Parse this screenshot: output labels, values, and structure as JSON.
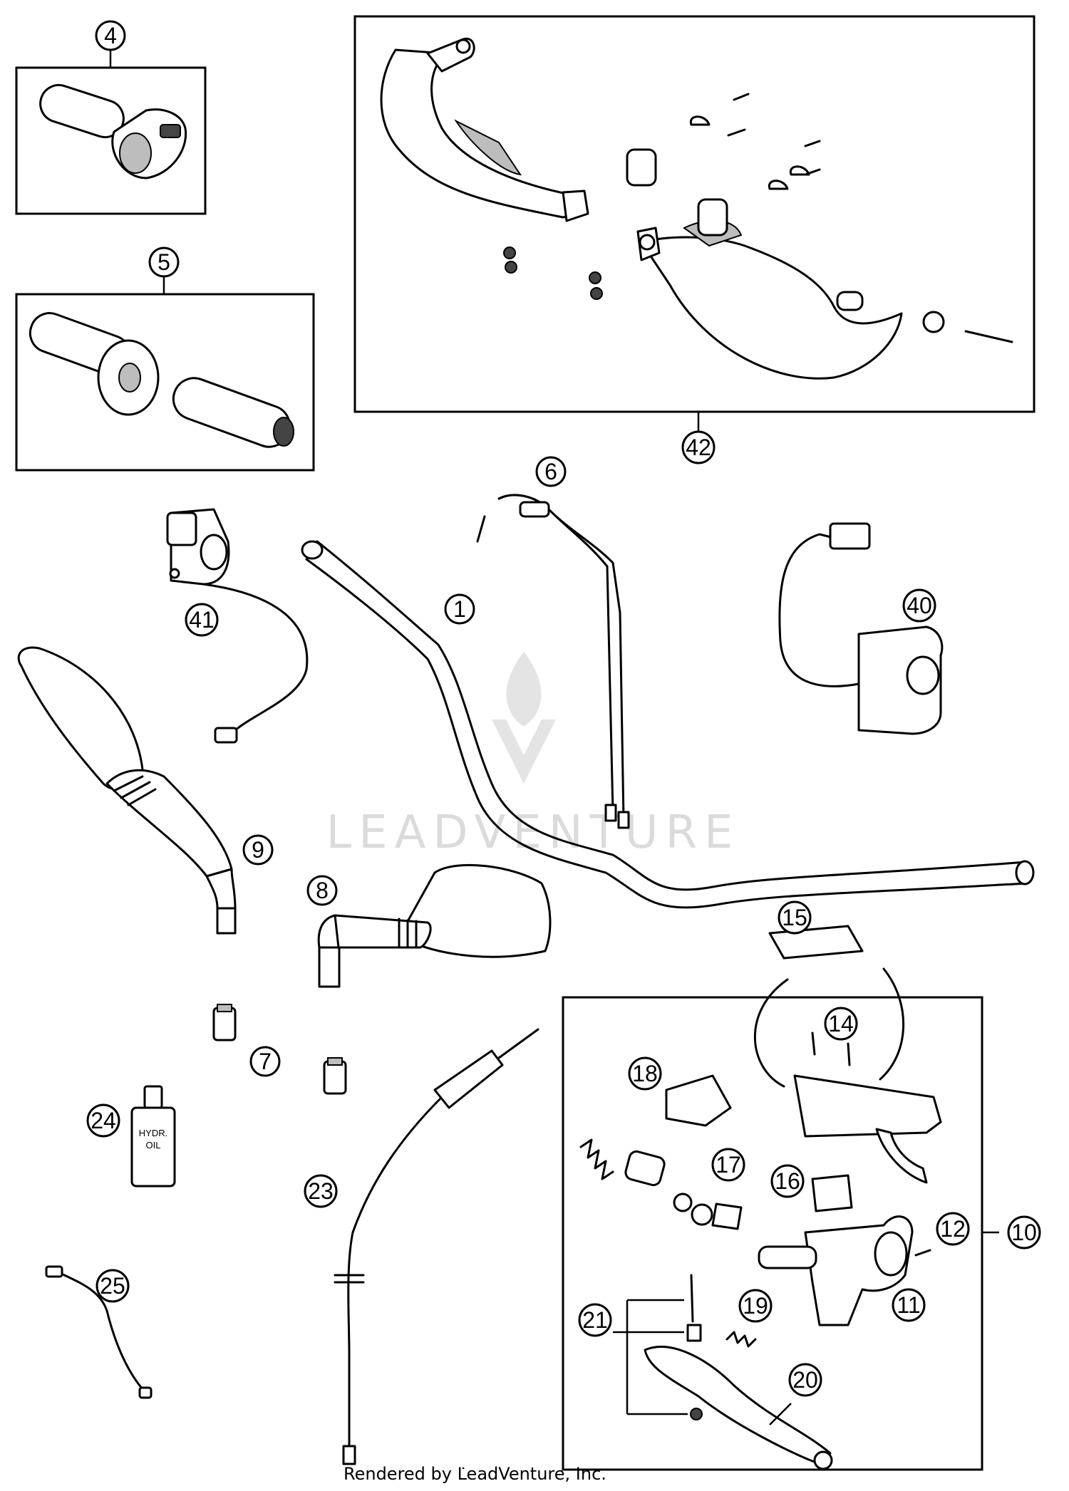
{
  "watermark": {
    "text": "LEADVENTURE"
  },
  "footer": {
    "text": "Rendered by LeadVenture, Inc."
  },
  "callouts": [
    {
      "id": "4",
      "label": "4"
    },
    {
      "id": "5",
      "label": "5"
    },
    {
      "id": "42",
      "label": "42"
    },
    {
      "id": "6",
      "label": "6"
    },
    {
      "id": "1",
      "label": "1"
    },
    {
      "id": "41",
      "label": "41"
    },
    {
      "id": "40",
      "label": "40"
    },
    {
      "id": "9",
      "label": "9"
    },
    {
      "id": "8",
      "label": "8"
    },
    {
      "id": "15",
      "label": "15"
    },
    {
      "id": "14",
      "label": "14"
    },
    {
      "id": "7",
      "label": "7"
    },
    {
      "id": "18",
      "label": "18"
    },
    {
      "id": "24",
      "label": "24"
    },
    {
      "id": "17",
      "label": "17"
    },
    {
      "id": "16",
      "label": "16"
    },
    {
      "id": "23",
      "label": "23"
    },
    {
      "id": "12",
      "label": "12"
    },
    {
      "id": "10",
      "label": "10"
    },
    {
      "id": "11",
      "label": "11"
    },
    {
      "id": "25",
      "label": "25"
    },
    {
      "id": "19",
      "label": "19"
    },
    {
      "id": "21",
      "label": "21"
    },
    {
      "id": "20",
      "label": "20"
    }
  ],
  "oil_bottle": {
    "label_line1": "HYDR.",
    "label_line2": "OIL"
  }
}
